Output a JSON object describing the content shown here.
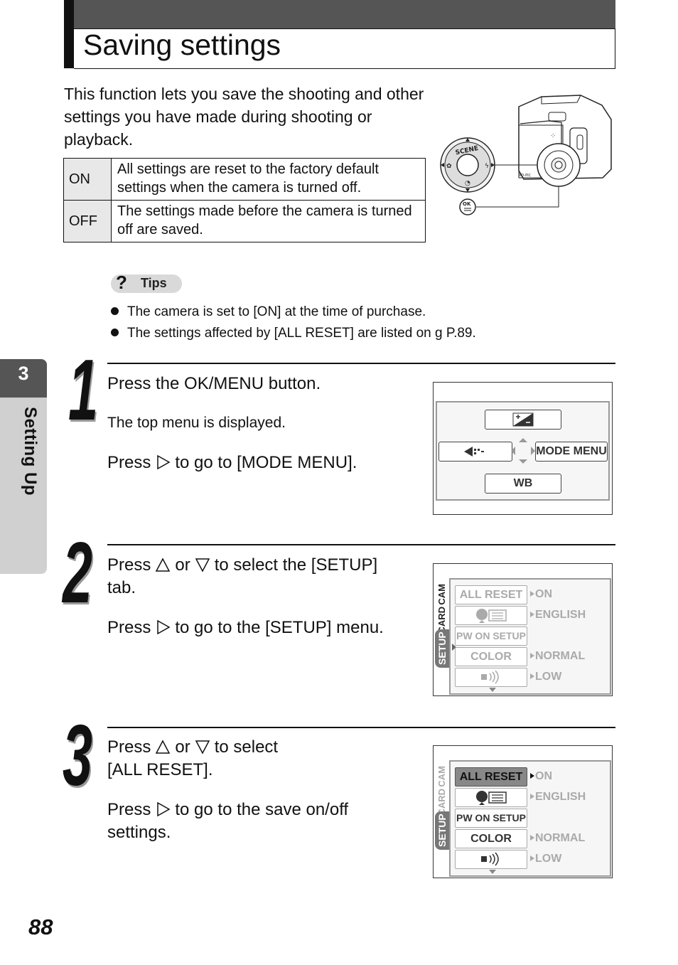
{
  "header": {
    "title": "Saving settings"
  },
  "intro": "This function lets you save the shooting and other settings you have made during shooting or playback.",
  "settings_table": [
    {
      "key": "ON",
      "desc": "All settings are reset to the factory default settings when the camera is turned off."
    },
    {
      "key": "OFF",
      "desc": "The settings made before the camera is turned off are saved."
    }
  ],
  "camera_illustration": {
    "scene_label": "SCENE",
    "ok_label": "OK"
  },
  "tips": {
    "label": "Tips",
    "icon": "question-icon",
    "items": [
      "The camera is set to [ON] at the time of purchase.",
      "The settings affected by [ALL RESET] are listed on g P.89."
    ]
  },
  "side_tab": {
    "number": "3",
    "label": "Setting Up"
  },
  "steps": [
    {
      "number": "1",
      "line1": "Press the OK/MENU button.",
      "line2": "The top menu is displayed.",
      "line3_pre": "Press",
      "line3_post": "to go to [MODE MENU].",
      "screen": {
        "mode_menu": "MODE MENU",
        "wb": "WB"
      }
    },
    {
      "number": "2",
      "line1_pre": "Press",
      "line1_mid": "or",
      "line1_post": "to select the [SETUP]",
      "line1_cont": "tab.",
      "line2_pre": "Press",
      "line2_post": "to go to the [SETUP] menu."
    },
    {
      "number": "3",
      "line1_pre": "Press",
      "line1_mid": "or",
      "line1_post": "to select",
      "line1_cont": "[ALL RESET].",
      "line2_pre": "Press",
      "line2_post": "to go to the save on/off",
      "line2_cont": "settings."
    }
  ],
  "setup_menu": {
    "tabs": [
      "CAM",
      "CARD",
      "SETUP"
    ],
    "items": [
      "ALL RESET",
      "",
      "PW ON SETUP",
      "COLOR",
      ""
    ],
    "values": [
      "ON",
      "ENGLISH",
      "",
      "NORMAL",
      "LOW"
    ]
  },
  "page_number": "88"
}
